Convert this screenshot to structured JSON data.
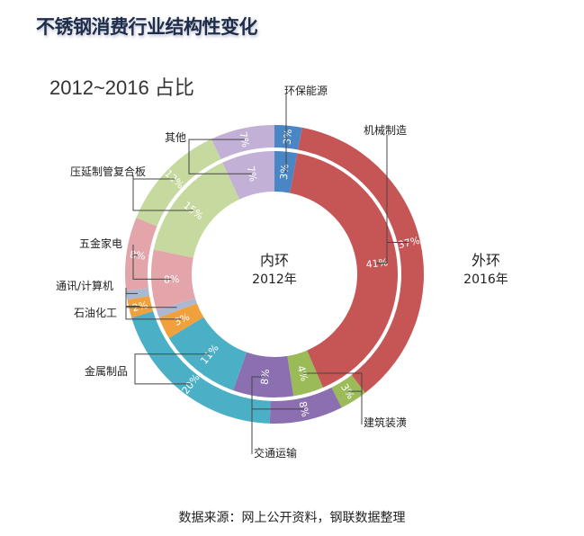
{
  "title": "不锈钢消费行业结构性变化",
  "subtitle": "2012~2016 占比",
  "source": "数据来源：网上公开资料，钢联数据整理",
  "chart_data": {
    "type": "donut",
    "inner_ring": {
      "name": "内环",
      "year": "2012年"
    },
    "outer_ring": {
      "name": "外环",
      "year": "2016年"
    },
    "categories": [
      "环保能源",
      "机械制造",
      "建筑装潢",
      "交通运输",
      "金属制品",
      "石油化工",
      "通讯/计算机",
      "五金家电",
      "压延制管复合板",
      "其他"
    ],
    "series": [
      {
        "name": "2012年",
        "values": [
          3,
          41,
          4,
          8,
          11,
          3,
          1,
          8,
          15,
          7
        ],
        "labels": [
          "3%",
          "41%",
          "4%",
          "8%",
          "11%",
          "3%",
          "",
          "8%",
          "15%",
          "7%"
        ]
      },
      {
        "name": "2016年",
        "values": [
          3,
          37,
          3,
          8,
          20,
          2,
          1,
          8,
          12,
          7
        ],
        "labels": [
          "3%",
          "37%",
          "3%",
          "8%",
          "20%",
          "2%",
          "",
          "8%",
          "12%",
          "7%"
        ]
      }
    ],
    "colors_inner": [
      "#4a86c5",
      "#c65656",
      "#9bbb59",
      "#8c6fb0",
      "#4bb0c5",
      "#f0a03c",
      "#aab8d2",
      "#e3a5aa",
      "#c6da9f",
      "#c2b0d6"
    ],
    "colors_outer": [
      "#4a86c5",
      "#c65656",
      "#9bbb59",
      "#8c6fb0",
      "#4bb0c5",
      "#f0a03c",
      "#aab8d2",
      "#e3a5aa",
      "#c6da9f",
      "#c2b0d6"
    ]
  }
}
